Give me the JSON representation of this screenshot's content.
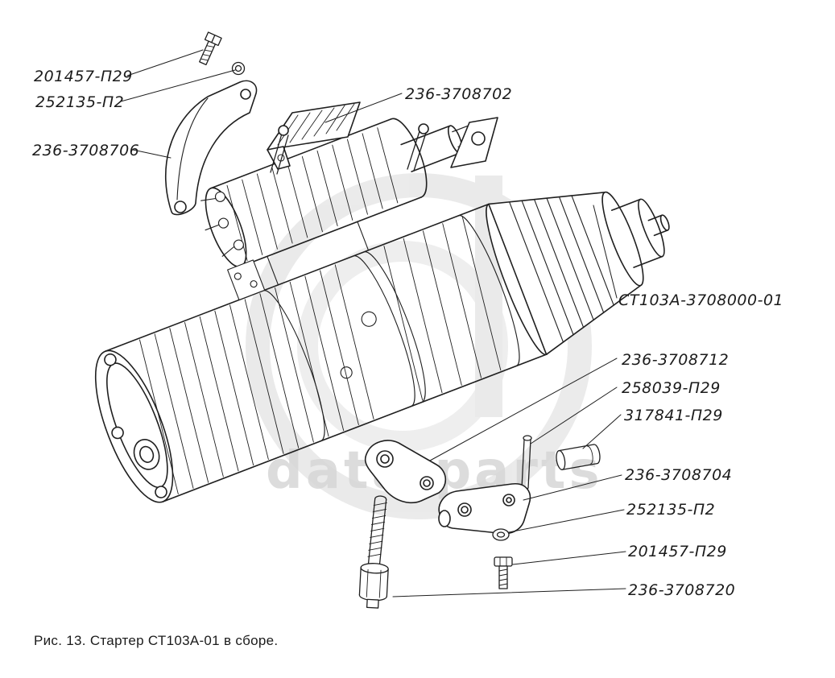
{
  "figure": {
    "caption": "Рис. 13. Стартер СТ103А-01 в сборе."
  },
  "watermark": {
    "text": "data-parts",
    "logo": "dp-monogram",
    "color": "#d9d9d9"
  },
  "drawing": {
    "subject": "Стартер СТ103А-01 в сборе (exploded view)",
    "line_color": "#1f1f1f"
  },
  "labels": [
    {
      "text": "201457-П29"
    },
    {
      "text": "252135-П2"
    },
    {
      "text": "236-3708706"
    },
    {
      "text": "236-3708702"
    },
    {
      "text": "СТ103А-3708000-01"
    },
    {
      "text": "236-3708712"
    },
    {
      "text": "258039-П29"
    },
    {
      "text": "317841-П29"
    },
    {
      "text": "236-3708704"
    },
    {
      "text": "252135-П2"
    },
    {
      "text": "201457-П29"
    },
    {
      "text": "236-3708720"
    }
  ]
}
